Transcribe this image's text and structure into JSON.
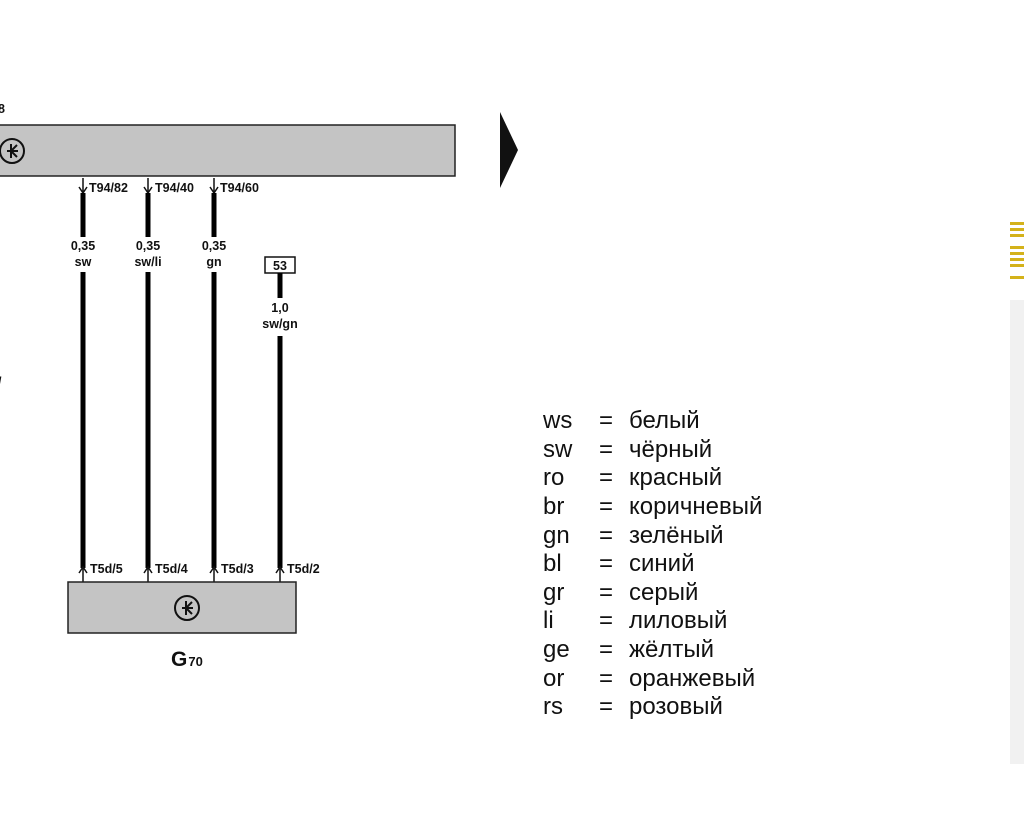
{
  "top_component": {
    "partial_label": "8",
    "pins": [
      "T94/82",
      "T94/40",
      "T94/60"
    ]
  },
  "wires": [
    {
      "size": "0,35",
      "color": "sw"
    },
    {
      "size": "0,35",
      "color": "sw/li"
    },
    {
      "size": "0,35",
      "color": "gn"
    },
    {
      "size": "1,0",
      "color": "sw/gn",
      "ref": "53"
    }
  ],
  "bottom_component": {
    "name": "G",
    "sub": "70",
    "pins": [
      "T5d/5",
      "T5d/4",
      "T5d/3",
      "T5d/2"
    ]
  },
  "left_edge_mark": "/",
  "legend": [
    {
      "code": "ws",
      "eq": "=",
      "name": "белый"
    },
    {
      "code": "sw",
      "eq": "=",
      "name": "чёрный"
    },
    {
      "code": "ro",
      "eq": "=",
      "name": "красный"
    },
    {
      "code": "br",
      "eq": "=",
      "name": "коричневый"
    },
    {
      "code": "gn",
      "eq": "=",
      "name": "зелёный"
    },
    {
      "code": "bl",
      "eq": "=",
      "name": "синий"
    },
    {
      "code": "gr",
      "eq": "=",
      "name": "серый"
    },
    {
      "code": "li",
      "eq": "=",
      "name": "лиловый"
    },
    {
      "code": "ge",
      "eq": "=",
      "name": "жёлтый"
    },
    {
      "code": "or",
      "eq": "=",
      "name": "оранжевый"
    },
    {
      "code": "rs",
      "eq": "=",
      "name": "розовый"
    }
  ],
  "colors": {
    "component_fill": "#c4c4c4",
    "wire": "#000000",
    "accent_bar": "#d4b21a"
  }
}
